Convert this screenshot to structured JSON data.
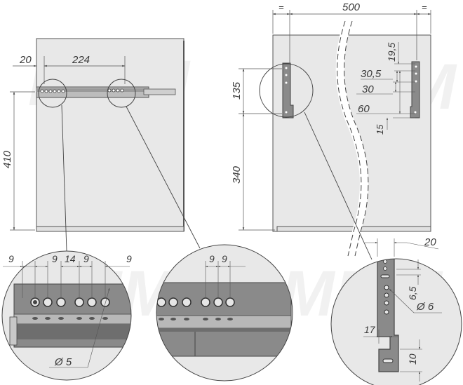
{
  "watermark": "MMM",
  "dimensions": {
    "offset_20": "20",
    "distance_224": "224",
    "height_410": "410",
    "width_500": "500",
    "equal_left": "=",
    "equal_right": "=",
    "height_135": "135",
    "height_340": "340",
    "v_19_5": "19,5",
    "v_30_5": "30,5",
    "v_30": "30",
    "v_60": "60",
    "v_15": "15"
  },
  "detail_left": {
    "d_9a": "9",
    "d_9b": "9",
    "d_14": "14",
    "d_9c": "9",
    "d_9d": "9",
    "diameter": "Ø 5"
  },
  "detail_middle": {
    "d_9a": "9",
    "d_9b": "9"
  },
  "detail_right": {
    "d_20": "20",
    "d_6_5": "6,5",
    "diameter": "Ø 6",
    "d_17": "17",
    "d_10": "10"
  },
  "colors": {
    "panel": "#e8e8e8",
    "line": "#4a4a4a",
    "metal": "#8a8a8a",
    "metal_dark": "#5e5e5e"
  }
}
